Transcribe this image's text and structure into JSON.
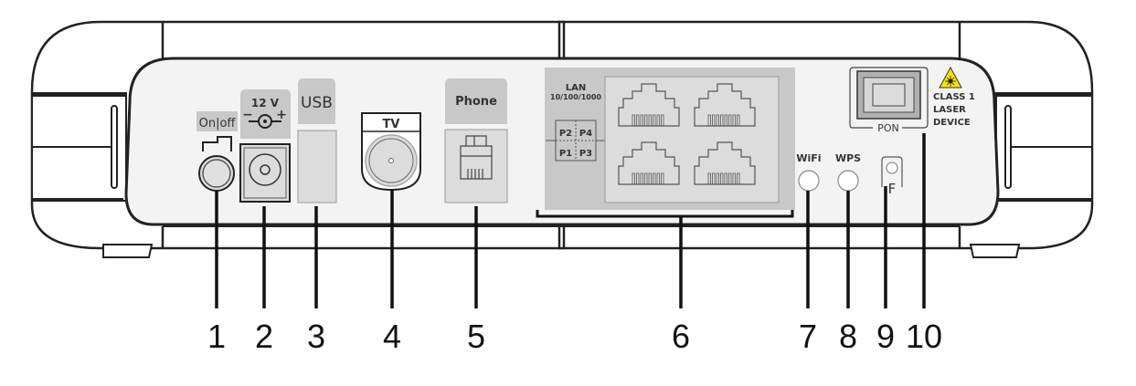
{
  "diagram": {
    "title": "Router rear panel",
    "colors": {
      "outline": "#222222",
      "panel": "#f3f3f3",
      "label_bg": "#c8c8c8",
      "port_bg": "#dcdcdc",
      "laser_warning": "#f5e400"
    },
    "ports": [
      {
        "number": "1",
        "label": "On|off",
        "kind": "power-button"
      },
      {
        "number": "2",
        "label": "12 V",
        "kind": "dc-power-jack",
        "polarity_minus": "−",
        "polarity_plus": "+"
      },
      {
        "number": "3",
        "label": "USB",
        "kind": "usb-port"
      },
      {
        "number": "4",
        "label": "TV",
        "kind": "coax-port"
      },
      {
        "number": "5",
        "label": "Phone",
        "kind": "rj11-port"
      },
      {
        "number": "6",
        "label": "LAN",
        "sublabel": "10/100/1000",
        "kind": "lan-ports",
        "port_names": [
          "P2",
          "P4",
          "P1",
          "P3"
        ]
      },
      {
        "number": "7",
        "label": "WiFi",
        "kind": "wifi-button"
      },
      {
        "number": "8",
        "label": "WPS",
        "kind": "wps-button"
      },
      {
        "number": "9",
        "label": "F",
        "kind": "reset-button"
      },
      {
        "number": "10",
        "label": "PON",
        "kind": "pon-port"
      }
    ],
    "laser_warning": [
      "CLASS 1",
      "LASER",
      "DEVICE"
    ]
  }
}
